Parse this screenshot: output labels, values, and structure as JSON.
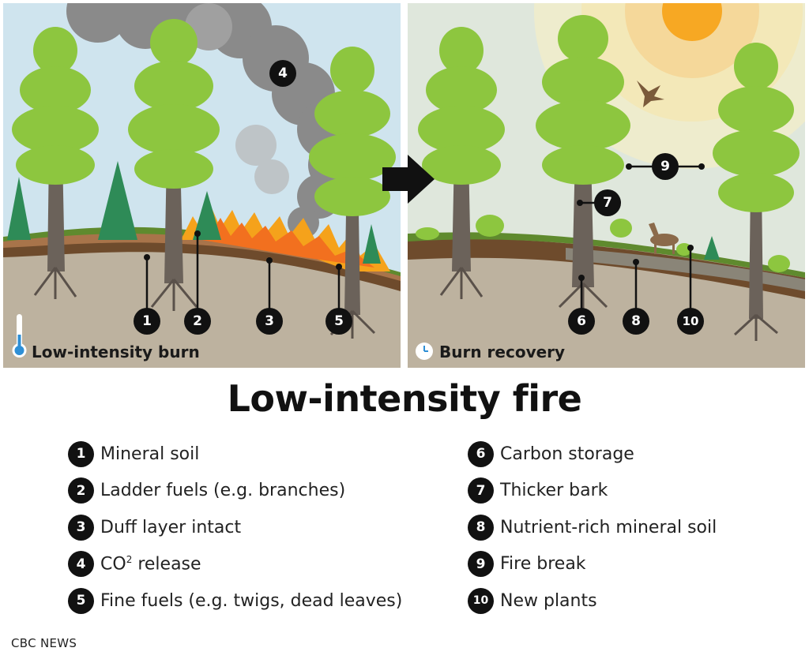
{
  "left_panel": {
    "label": "Low-intensity burn",
    "icon": "thermometer-icon"
  },
  "right_panel": {
    "label": "Burn recovery",
    "icon": "clock-icon"
  },
  "transition_icon": "right-arrow-icon",
  "title": "Low-intensity fire",
  "markers": [
    "1",
    "2",
    "3",
    "4",
    "5",
    "6",
    "7",
    "8",
    "9",
    "10"
  ],
  "legend_left": [
    {
      "num": "1",
      "text": "Mineral soil"
    },
    {
      "num": "2",
      "text": "Ladder fuels (e.g. branches)"
    },
    {
      "num": "3",
      "text": "Duff layer intact"
    },
    {
      "num": "4",
      "text_main": "CO",
      "text_sup": "2",
      "text_rest": " release"
    },
    {
      "num": "5",
      "text": "Fine fuels (e.g. twigs, dead leaves)"
    }
  ],
  "legend_right": [
    {
      "num": "6",
      "text": "Carbon storage"
    },
    {
      "num": "7",
      "text": "Thicker bark"
    },
    {
      "num": "8",
      "text": "Nutrient-rich mineral soil"
    },
    {
      "num": "9",
      "text": "Fire break"
    },
    {
      "num": "10",
      "text": "New plants"
    }
  ],
  "source": "CBC NEWS",
  "colors": {
    "sky_left": "#cfe4ee",
    "sky_right": "#e7ebd2",
    "smoke": "#8a8a8a",
    "fire": "#f5a21b",
    "canopy": "#8dc63f",
    "spruce": "#2e8b57",
    "trunk": "#6b625a",
    "ground": "#bdb29f",
    "sun": "#f7a823"
  }
}
